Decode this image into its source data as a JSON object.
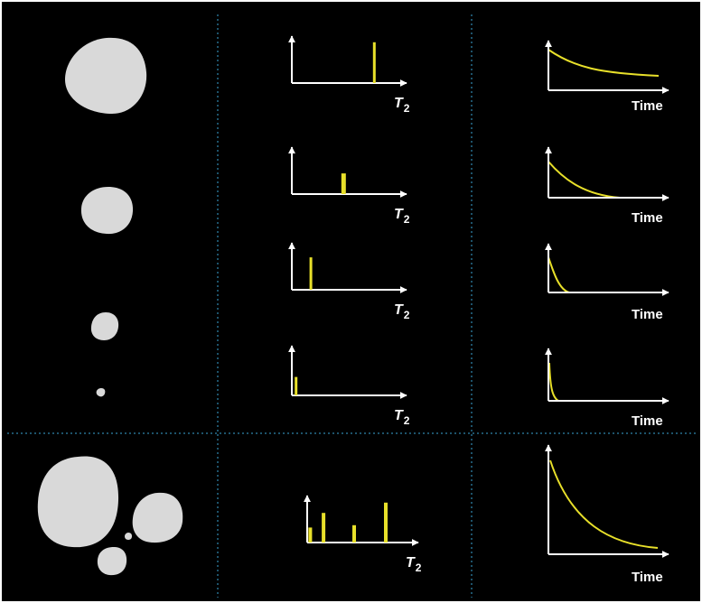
{
  "colors": {
    "background": "#000000",
    "frame": "#ffffff",
    "grain": "#d9d9d9",
    "axis": "#ffffff",
    "signal": "#e8e02a",
    "divider": "#3aa6d6"
  },
  "labels": {
    "t2_symbol": "T",
    "t2_subscript": "2",
    "time_axis": "Time"
  },
  "rows": [
    {
      "pores": [
        {
          "shape": "large-round-grain"
        }
      ],
      "t2_peaks": [
        0.78
      ],
      "peak_style": "thin",
      "decay_rate": "slow"
    },
    {
      "pores": [
        {
          "shape": "medium-round-grain"
        }
      ],
      "t2_peaks": [
        0.49
      ],
      "peak_style": "thick",
      "decay_rate": "moderate"
    },
    {
      "pores": [
        {
          "shape": "small-round-grain"
        }
      ],
      "t2_peaks": [
        0.18
      ],
      "peak_style": "thin",
      "decay_rate": "fast"
    },
    {
      "pores": [
        {
          "shape": "tiny-round-grain"
        }
      ],
      "t2_peaks": [
        0.04
      ],
      "peak_style": "thin",
      "decay_rate": "very-fast"
    },
    {
      "pores": [
        {
          "shape": "large-round-grain"
        },
        {
          "shape": "medium-round-grain"
        },
        {
          "shape": "small-round-grain"
        },
        {
          "shape": "tiny-round-grain"
        }
      ],
      "t2_peaks": [
        0.03,
        0.16,
        0.46,
        0.77
      ],
      "peak_style": "multi",
      "decay_rate": "multi-exponential"
    }
  ]
}
